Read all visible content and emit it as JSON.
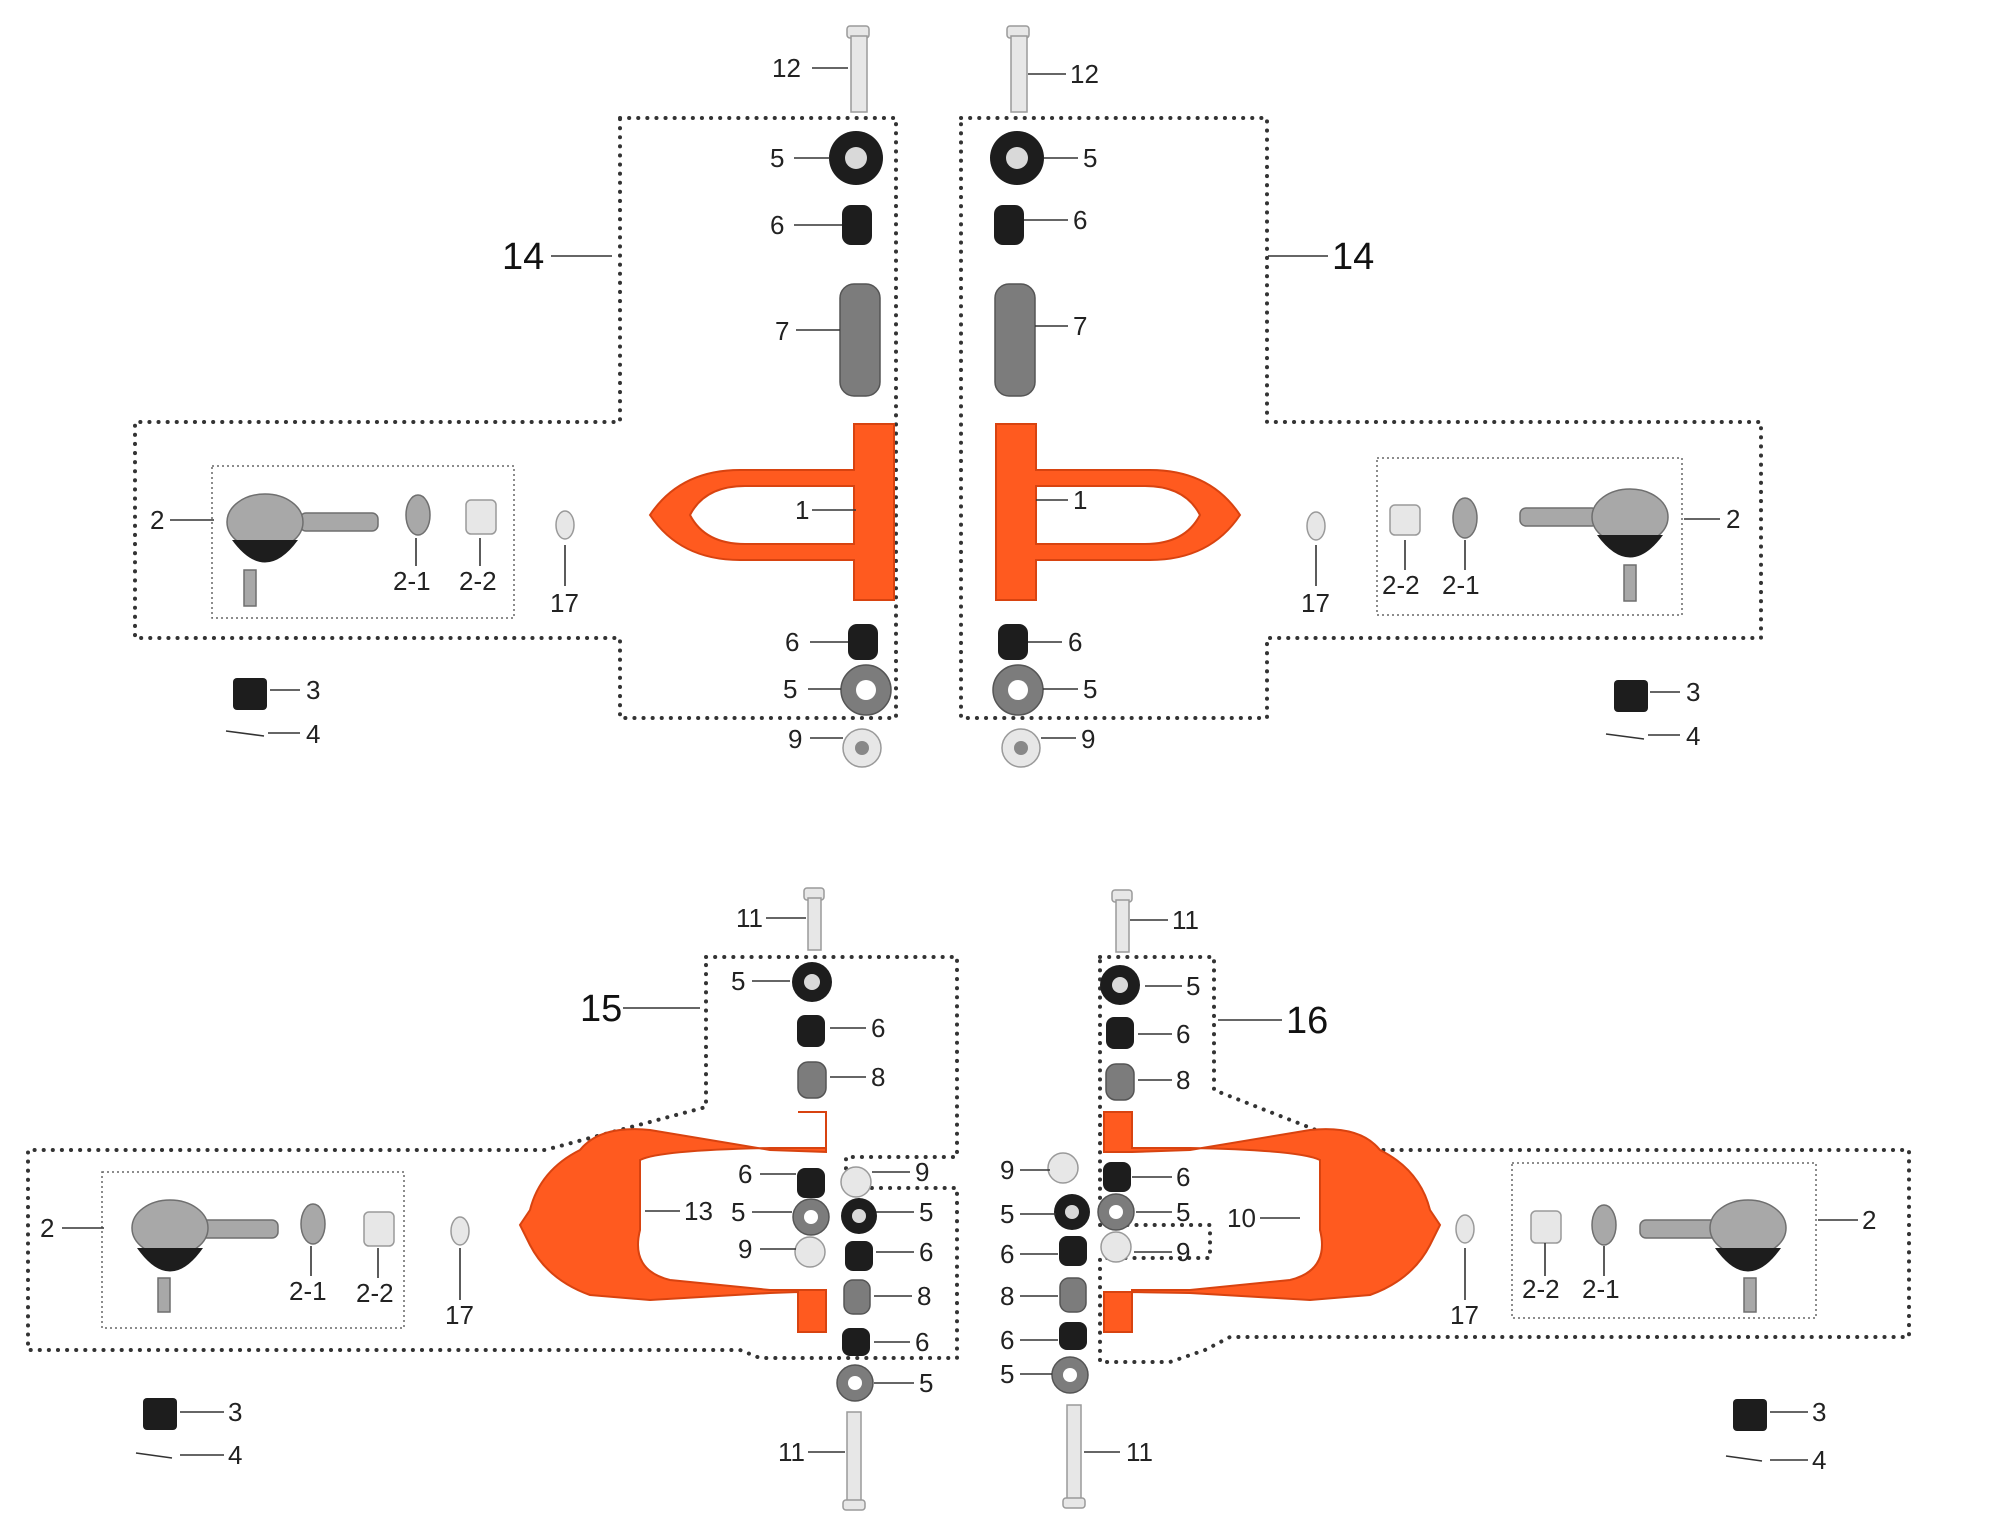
{
  "labels": {
    "n1": "1",
    "n2": "2",
    "n2_1": "2-1",
    "n2_2": "2-2",
    "n3": "3",
    "n4": "4",
    "n5": "5",
    "n6": "6",
    "n7": "7",
    "n8": "8",
    "n9": "9",
    "n10": "10",
    "n11": "11",
    "n12": "12",
    "n13": "13",
    "n14": "14",
    "n15": "15",
    "n16": "16",
    "n17": "17"
  },
  "colors": {
    "arm": "#ff5a1f",
    "rubber": "#1d1d1d",
    "metal": "#a8a8a8",
    "outline": "#333333"
  }
}
